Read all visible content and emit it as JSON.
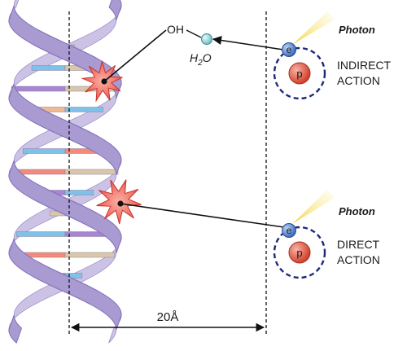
{
  "labels": {
    "oh": "OH",
    "water_main": "H",
    "water_sub": "2",
    "water_end": "O",
    "distance": "20Å"
  },
  "indirect": {
    "photon": "Photon",
    "electron": "e",
    "proton": "p",
    "action_line1": "INDIRECT",
    "action_line2": "ACTION"
  },
  "direct": {
    "photon": "Photon",
    "electron": "e",
    "proton": "p",
    "action_line1": "DIRECT",
    "action_line2": "ACTION"
  },
  "colors": {
    "helix": "#a99ad1",
    "helix_dark": "#8170b8",
    "star": "#ee5147",
    "electron": "#4a7bcc",
    "proton": "#e0503a",
    "shell": "#1d2a7a",
    "photon_beam": "#f2d23a",
    "water": "#8fd3d8"
  },
  "base_pairs": [
    [
      "#f28b7a",
      "#c9b99a"
    ],
    [
      "#7fc1e8",
      "#d8c8a8"
    ],
    [
      "#a785d0",
      "#d8c8a8"
    ],
    [
      "#f0b894",
      "#7fc1e8"
    ],
    [
      "#d8c8a8",
      "#a785d0"
    ],
    [
      "#7fc1e8",
      "#f28b7a"
    ],
    [
      "#f28b7a",
      "#d8c8a8"
    ],
    [
      "#a785d0",
      "#7fc1e8"
    ],
    [
      "#d8c8a8",
      "#f0b894"
    ],
    [
      "#7fc1e8",
      "#a785d0"
    ],
    [
      "#f28b7a",
      "#d8c8a8"
    ],
    [
      "#a785d0",
      "#7fc1e8"
    ]
  ]
}
